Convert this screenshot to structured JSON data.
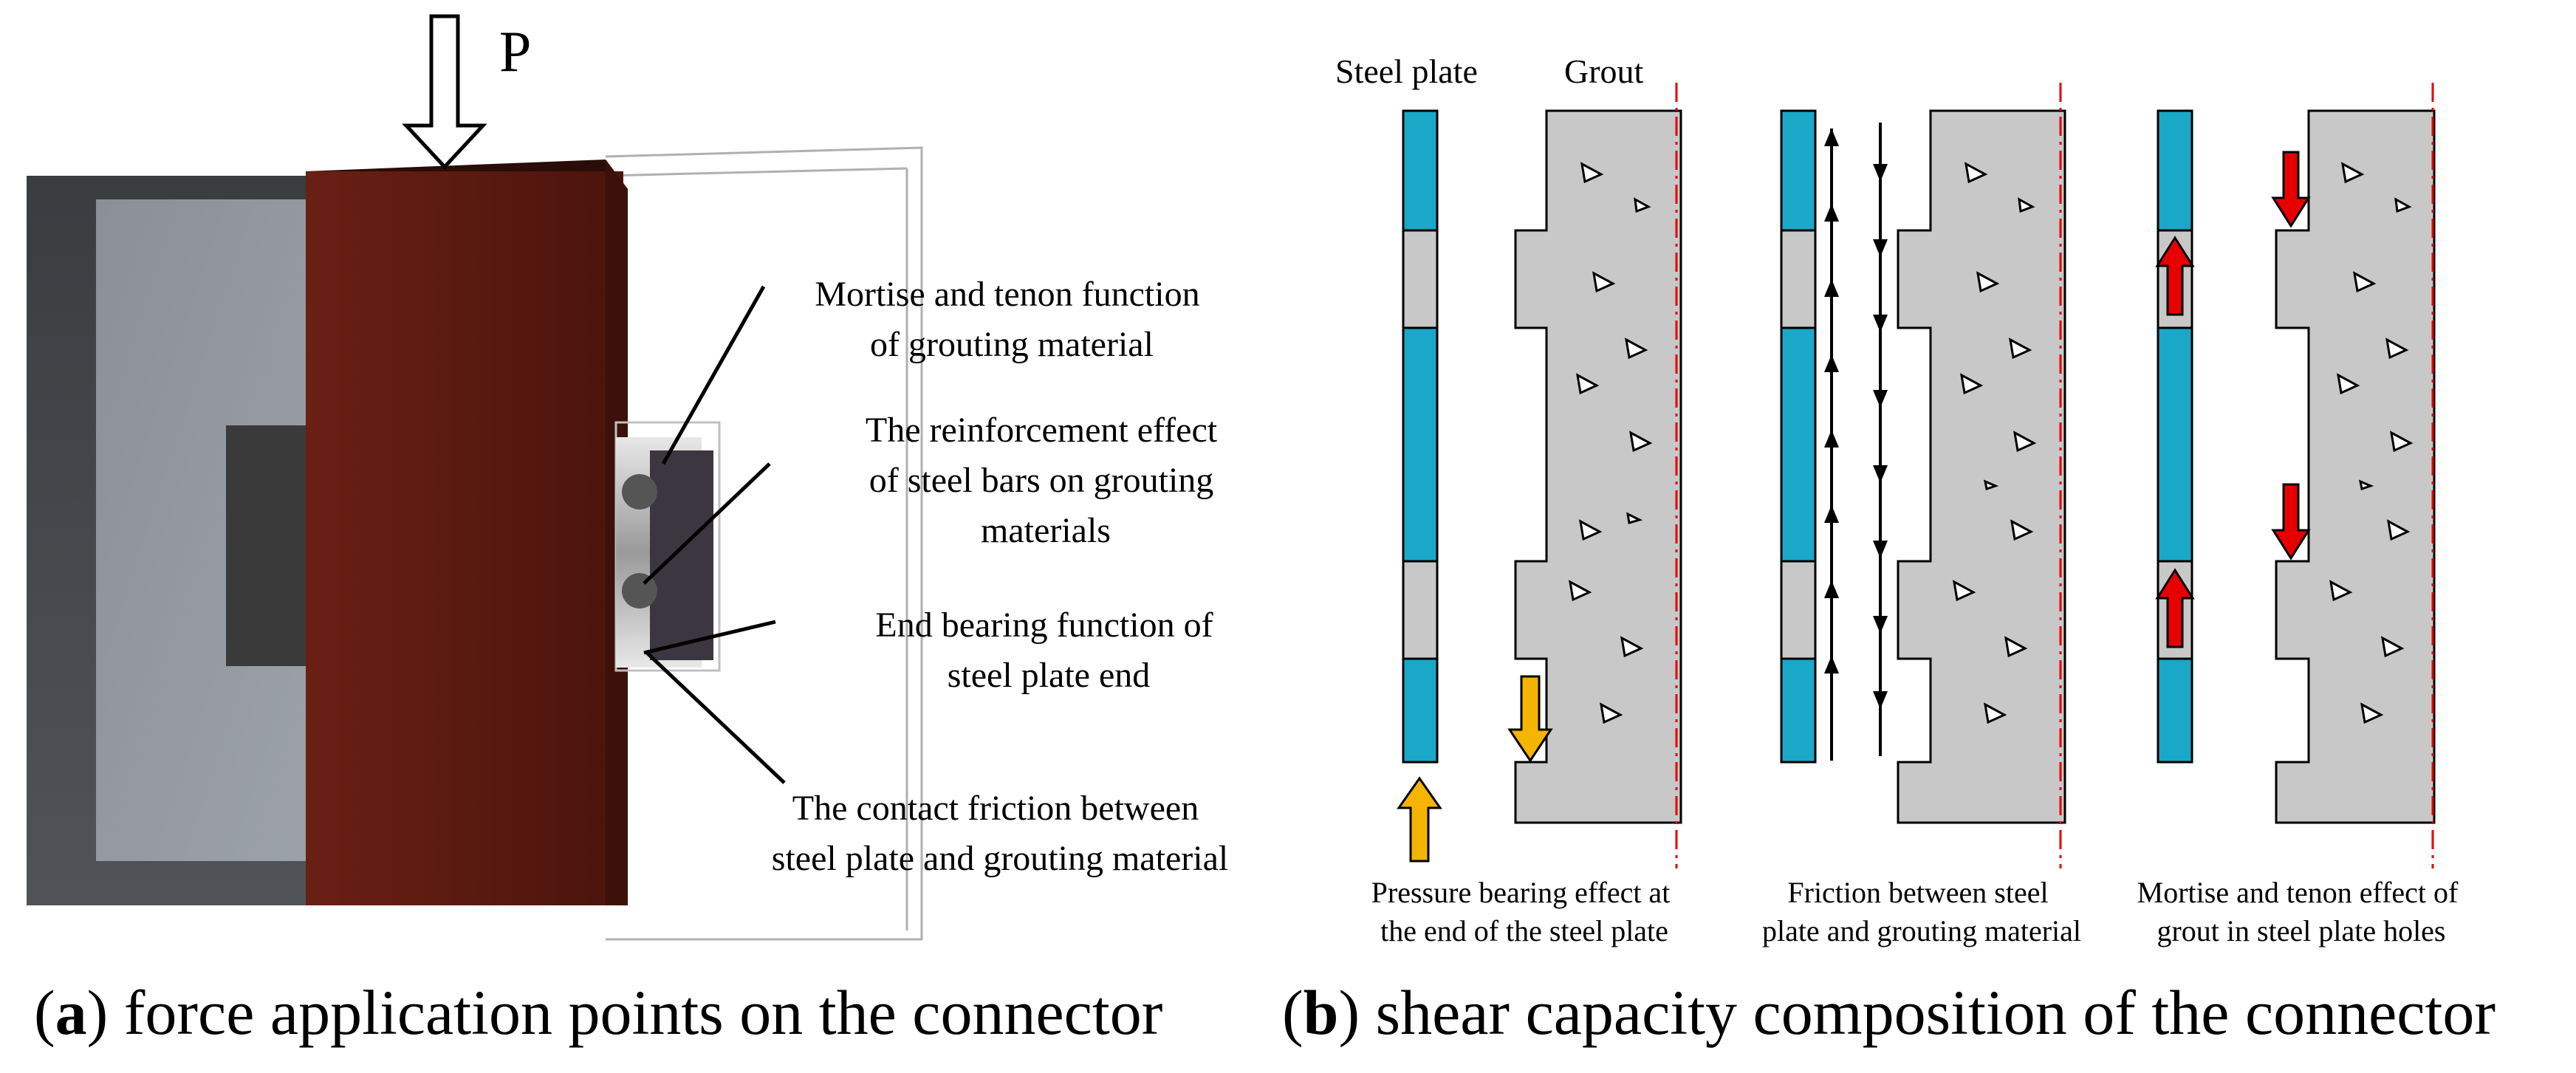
{
  "panel_a": {
    "force_label": "P",
    "annotations": [
      {
        "line1": "Mortise and tenon function",
        "line2": "of grouting material"
      },
      {
        "line1": "The reinforcement effect",
        "line2": "of steel bars on grouting",
        "line3": "materials"
      },
      {
        "line1": "End bearing function of",
        "line2": "steel plate end"
      },
      {
        "line1": "The contact friction between",
        "line2": "steel plate and grouting material"
      }
    ],
    "caption_letter": "a",
    "caption_text": " force application points on the connector"
  },
  "panel_b": {
    "label_steel_plate": "Steel plate",
    "label_grout": "Grout",
    "captions": [
      {
        "line1": "Pressure bearing effect at",
        "line2": "the end of the steel plate"
      },
      {
        "line1": "Friction between steel",
        "line2": "plate and grouting material"
      },
      {
        "line1": "Mortise and tenon effect of",
        "line2": "grout in steel plate holes"
      }
    ],
    "caption_letter": "b",
    "caption_text": " shear capacity composition of the connector"
  },
  "colors": {
    "steel": "#1aa8c8",
    "grout": "#c8c8c8",
    "wood": "#5a1a10",
    "arrow_yellow": "#f5b400",
    "arrow_red": "#e60000",
    "centerline": "#e60000"
  },
  "icons": [
    "load-arrow-icon",
    "bearing-arrow-icon",
    "friction-arrow-icon",
    "tenon-arrow-icon"
  ]
}
